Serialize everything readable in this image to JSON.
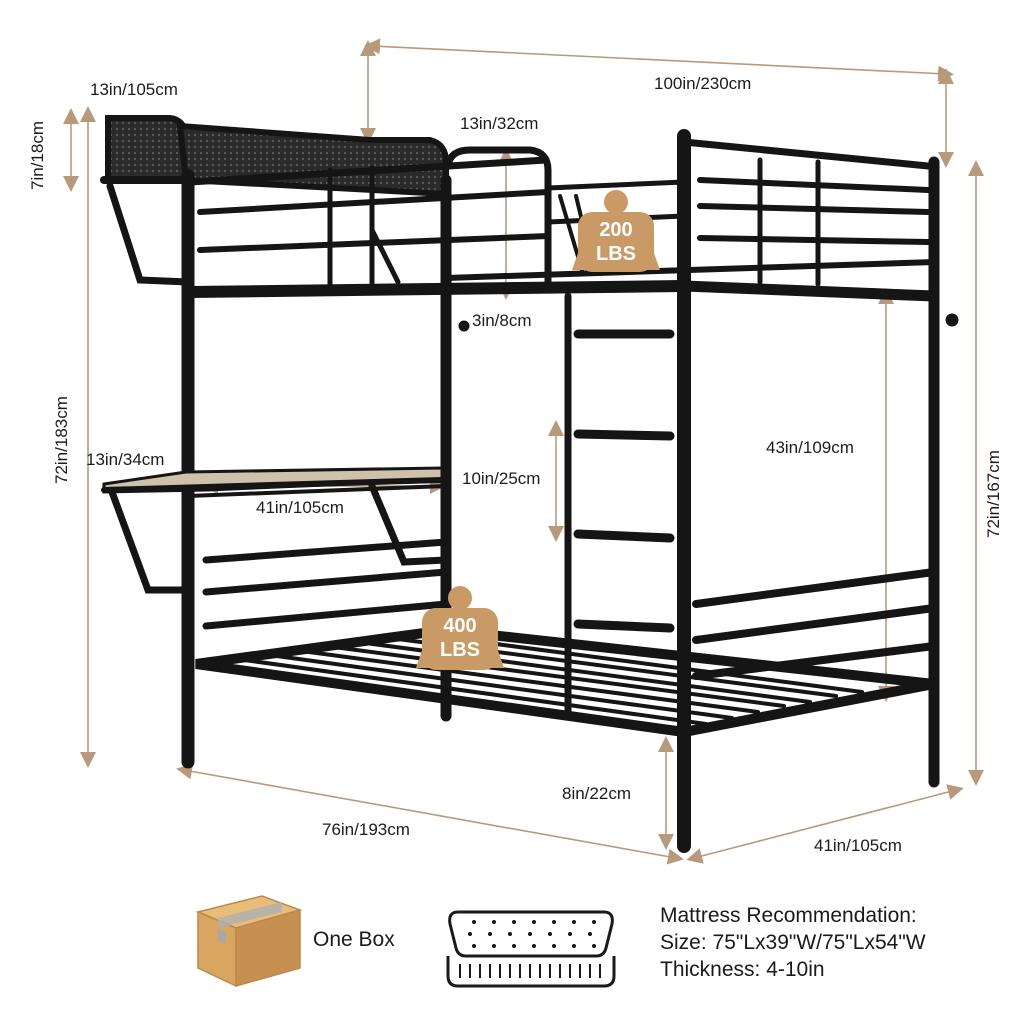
{
  "dimensions": {
    "overall_length": "100in/230cm",
    "top_shelf_width": "13in/105cm",
    "top_shelf_height": "7in/18cm",
    "guardrail_height": "13in/32cm",
    "upper_to_ladder_gap": "3in/8cm",
    "total_height_left": "72in/183cm",
    "desk_depth": "13in/34cm",
    "desk_width": "41in/105cm",
    "desk_to_bed_gap": "10in/25cm",
    "bed_clearance": "43in/109cm",
    "total_height_right": "72in/167cm",
    "under_bed_clearance": "8in/22cm",
    "bed_length": "76in/193cm",
    "bed_width": "41in/105cm"
  },
  "badges": {
    "upper": {
      "value": "200",
      "unit": "LBS"
    },
    "lower": {
      "value": "400",
      "unit": "LBS"
    }
  },
  "legend": {
    "box_label": "One Box",
    "mattress_title": "Mattress Recommendation:",
    "mattress_size": "Size: 75\"Lx39\"W/75\"Lx54\"W",
    "mattress_thickness": "Thickness: 4-10in"
  },
  "colors": {
    "frame": "#151515",
    "dimension_line": "#b89a7a",
    "badge": "#c99a66",
    "desk_top": "#cfc2ad",
    "box": "#d8a65f"
  },
  "icons": [
    "weight-badge-icon",
    "cardboard-box-icon",
    "mattress-icon"
  ]
}
